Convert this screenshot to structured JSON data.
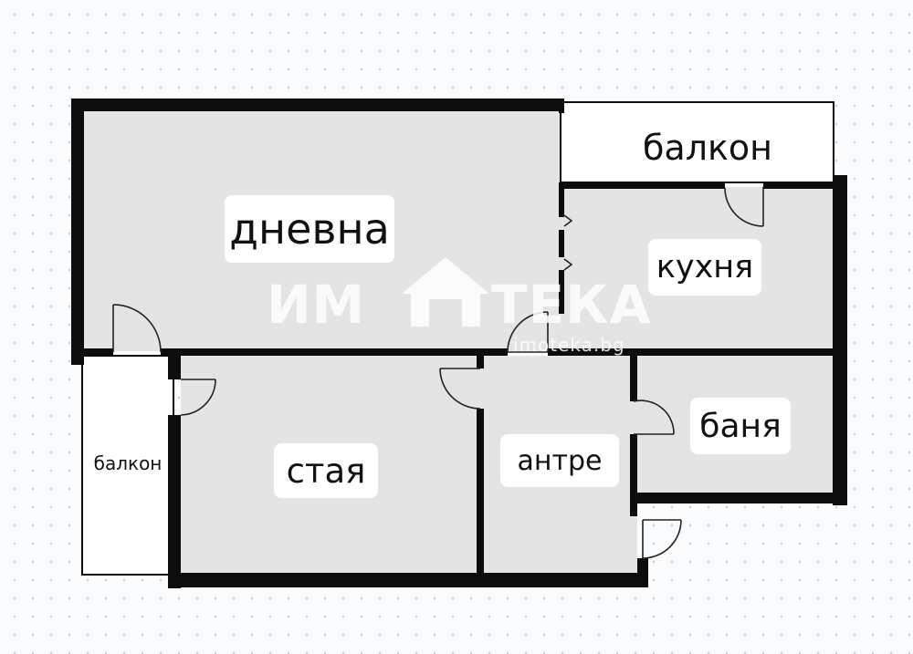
{
  "colors": {
    "wall": "#0d0d0d",
    "room_fill": "#e4e4e4",
    "balcony_fill": "#ffffff",
    "background": "#f9fbfd"
  },
  "rooms": {
    "living_room": {
      "label": "дневна"
    },
    "kitchen": {
      "label": "кухня"
    },
    "balcony_top": {
      "label": "балкон"
    },
    "balcony_left": {
      "label": "балкон"
    },
    "bedroom": {
      "label": "стая"
    },
    "hallway": {
      "label": "антре"
    },
    "bathroom": {
      "label": "баня"
    }
  },
  "watermark": {
    "brand_prefix": "ИМ",
    "brand_suffix": "ТЕКА",
    "url": "imoteka.bg",
    "icon": "house-icon"
  }
}
